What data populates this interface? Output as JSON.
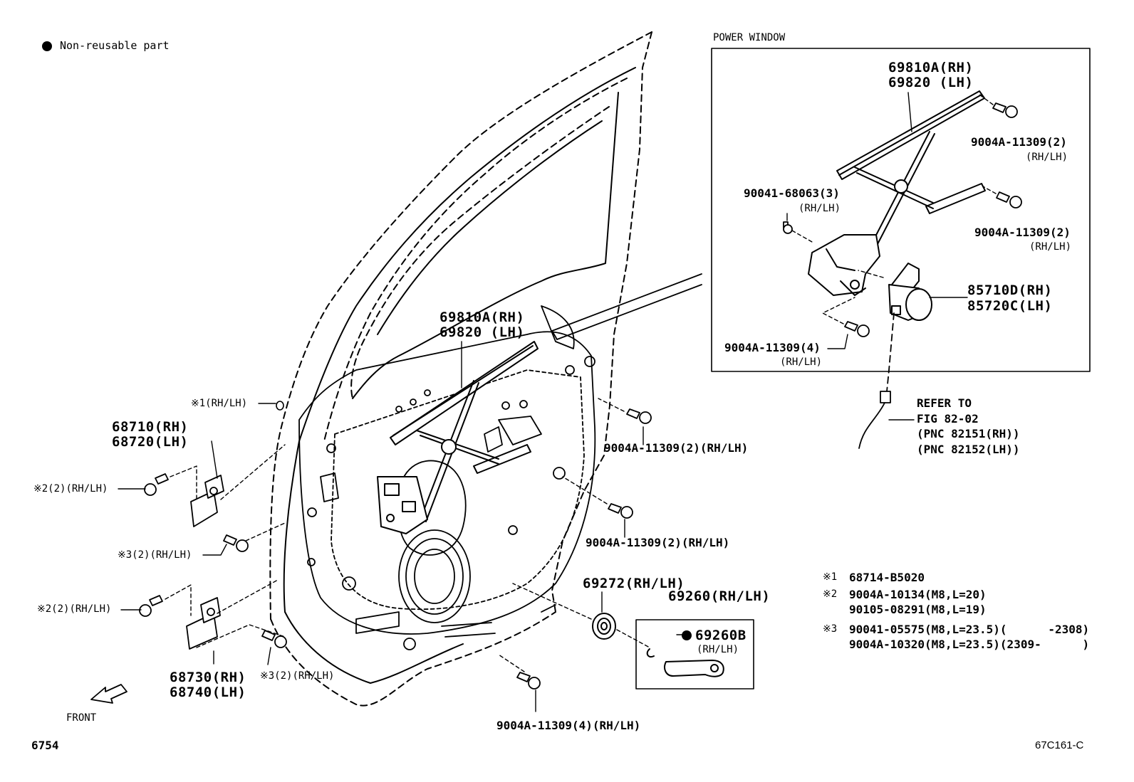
{
  "legend": {
    "symbol": "●",
    "text": "Non-reusable part"
  },
  "inset": {
    "title": "POWER WINDOW"
  },
  "labels": {
    "regulator_main": [
      "69810A(RH)",
      "69820 (LH)"
    ],
    "regulator_inset": [
      "69810A(RH)",
      "69820 (LH)"
    ],
    "inset_bolt_top": [
      "9004A-11309(2)",
      "(RH/LH)"
    ],
    "inset_bolt_right": [
      "9004A-11309(2)",
      "(RH/LH)"
    ],
    "inset_screw": [
      "90041-68063(3)",
      "(RH/LH)"
    ],
    "inset_bolt_bottom": [
      "9004A-11309(4)",
      "(RH/LH)"
    ],
    "motor": [
      "85710D(RH)",
      "85720C(LH)"
    ],
    "refer": [
      "REFER TO",
      "FIG 82-02",
      "(PNC 82151(RH))",
      "(PNC 82152(LH))"
    ],
    "clip_note": "※1(RH/LH)",
    "hinge_upper": [
      "68710(RH)",
      "68720(LH)"
    ],
    "hinge_lower": [
      "68730(RH)",
      "68740(LH)"
    ],
    "bolt2_upper": "※2(2)(RH/LH)",
    "bolt3_upper": "※3(2)(RH/LH)",
    "bolt2_lower": "※2(2)(RH/LH)",
    "bolt3_lower": "※3(2)(RH/LH)",
    "bolt_mid_a": "9004A-11309(2)(RH/LH)",
    "bolt_mid_b": "9004A-11309(2)(RH/LH)",
    "bolt_bottom": "9004A-11309(4)(RH/LH)",
    "seat": "69272(RH/LH)",
    "handle": "69260(RH/LH)",
    "handle_clip": [
      "69260B",
      "(RH/LH)"
    ],
    "front": "FRONT",
    "page_code_left": "6754",
    "page_code_right": "67C161-C"
  },
  "notes": [
    {
      "mark": "※1",
      "lines": [
        "68714-B5020"
      ]
    },
    {
      "mark": "※2",
      "lines": [
        "9004A-10134(M8,L=20)",
        "90105-08291(M8,L=19)"
      ]
    },
    {
      "mark": "※3",
      "lines": [
        "90041-05575(M8,L=23.5)(      -2308)",
        "9004A-10320(M8,L=23.5)(2309-      )"
      ]
    }
  ]
}
